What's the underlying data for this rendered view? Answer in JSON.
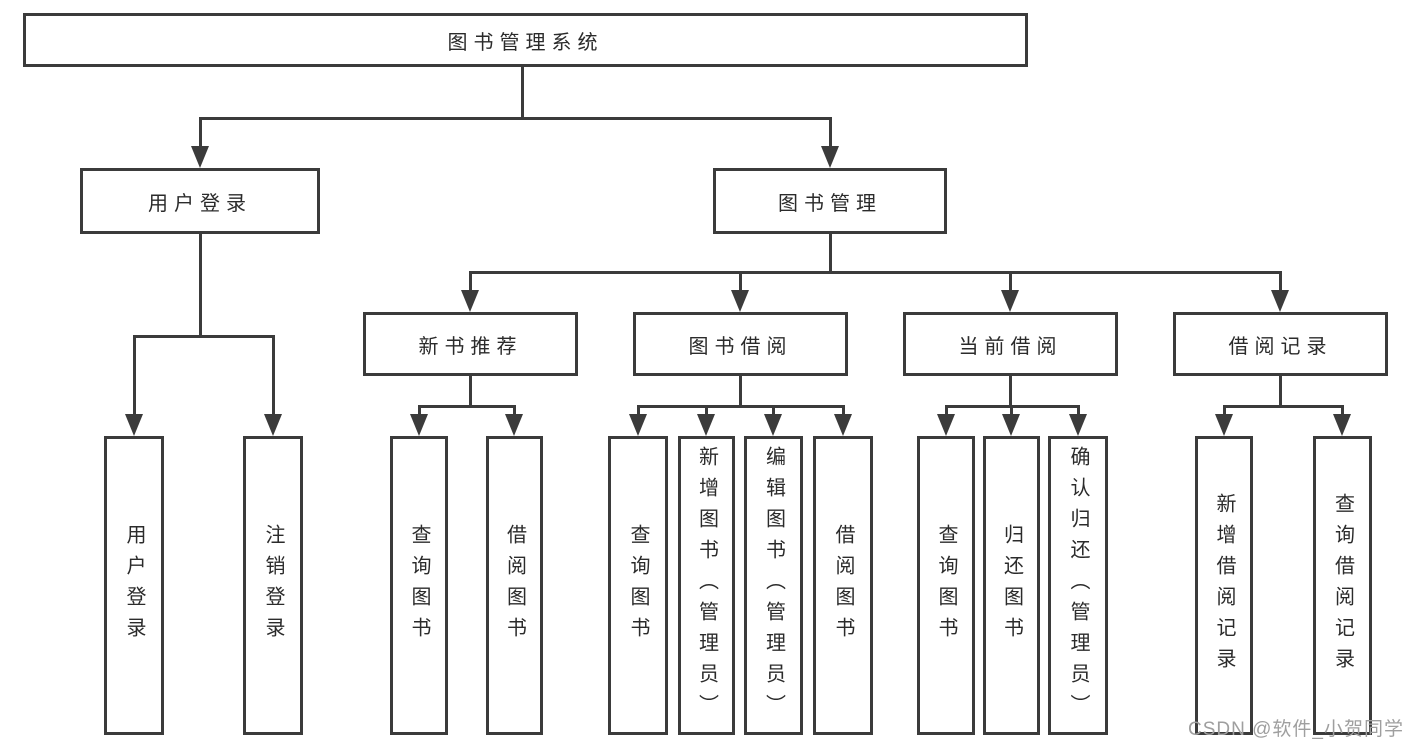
{
  "diagram": {
    "root": {
      "label": "图书管理系统"
    },
    "level2": [
      {
        "label": "用户登录"
      },
      {
        "label": "图书管理"
      }
    ],
    "level3": [
      {
        "label": "新书推荐"
      },
      {
        "label": "图书借阅"
      },
      {
        "label": "当前借阅"
      },
      {
        "label": "借阅记录"
      }
    ],
    "leaves": [
      {
        "label": "用户登录"
      },
      {
        "label": "注销登录"
      },
      {
        "label": "查询图书"
      },
      {
        "label": "借阅图书"
      },
      {
        "label": "查询图书"
      },
      {
        "label": "新增图书（管理员）"
      },
      {
        "label": "编辑图书（管理员）"
      },
      {
        "label": "借阅图书"
      },
      {
        "label": "查询图书"
      },
      {
        "label": "归还图书"
      },
      {
        "label": "确认归还（管理员）"
      },
      {
        "label": "新增借阅记录"
      },
      {
        "label": "查询借阅记录"
      }
    ],
    "colors": {
      "line": "#3b3b3b",
      "box_border": "#3b3b3b",
      "text": "#2b2b2b",
      "background": "#ffffff",
      "watermark": "#9f9f9f"
    }
  },
  "watermark": {
    "text": "CSDN @软件_小贺同学"
  }
}
